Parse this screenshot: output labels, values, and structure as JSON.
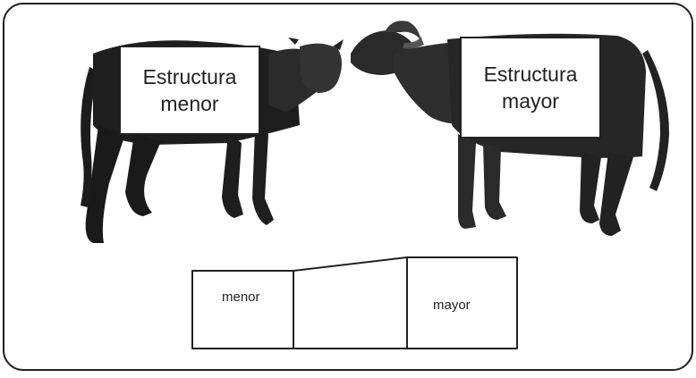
{
  "left_animal": {
    "label_line1": "Estructura",
    "label_line2": "menor"
  },
  "right_animal": {
    "label_line1": "Estructura",
    "label_line2": "mayor"
  },
  "scale": {
    "left_label": "menor",
    "right_label": "mayor"
  },
  "colors": {
    "border": "#222222",
    "animal_dark": "#1c1c1c",
    "animal_mid": "#3a3a3a"
  }
}
